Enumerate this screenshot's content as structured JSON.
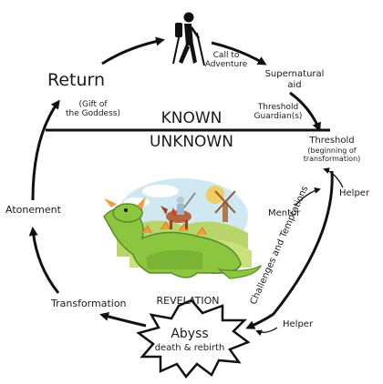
{
  "stages": {
    "return": "Return",
    "gift_line1": "(Gift of",
    "gift_line2": "the Goddess)",
    "call_line1": "Call to",
    "call_line2": "Adventure",
    "aid_line1": "Supernatural",
    "aid_line2": "aid",
    "guardian_line1": "Threshold",
    "guardian_line2": "Guardian(s)",
    "threshold": "Threshold",
    "threshold_sub1": "(beginning of",
    "threshold_sub2": "transformation)",
    "helper_top": "Helper",
    "mentor": "Mentor",
    "challenges": "Challenges and Temptations",
    "helper_bottom": "Helper",
    "atonement": "Atonement",
    "transformation": "Transformation",
    "revelation": "REVELATION",
    "abyss": "Abyss",
    "abyss_sub": "death & rebirth"
  },
  "divider": {
    "known": "KNOWN",
    "unknown": "UNKNOWN"
  },
  "illustration": {
    "icon": "dragon-knight-landscape",
    "hiker_icon": "hiker-icon"
  },
  "colors": {
    "stroke": "#111111",
    "dragon_green": "#8cc63f",
    "dragon_dark": "#5a8a2a",
    "sky": "#cfe8f2",
    "hill": "#b8d56a",
    "sun": "#f4c84a"
  }
}
